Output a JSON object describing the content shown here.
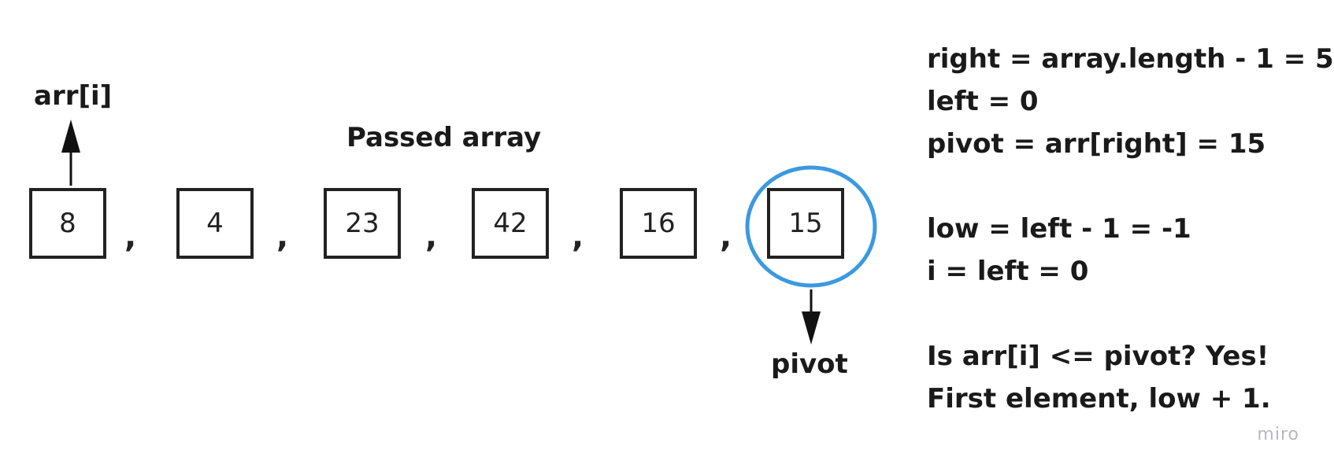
{
  "pointer_label": "arr[i]",
  "array_title": "Passed array",
  "array": {
    "cells": [
      "8",
      "4",
      "23",
      "42",
      "16",
      "15"
    ],
    "separator": ","
  },
  "pivot_label": "pivot",
  "highlight_color": "#3b99e0",
  "notes": {
    "block1": [
      "right = array.length - 1 = 5",
      "left = 0",
      "pivot = arr[right] = 15"
    ],
    "block2": [
      "low = left - 1 = -1",
      "i = left = 0"
    ],
    "block3": [
      "Is arr[i] <= pivot? Yes!",
      "First element, low + 1."
    ]
  },
  "watermark": "miro"
}
